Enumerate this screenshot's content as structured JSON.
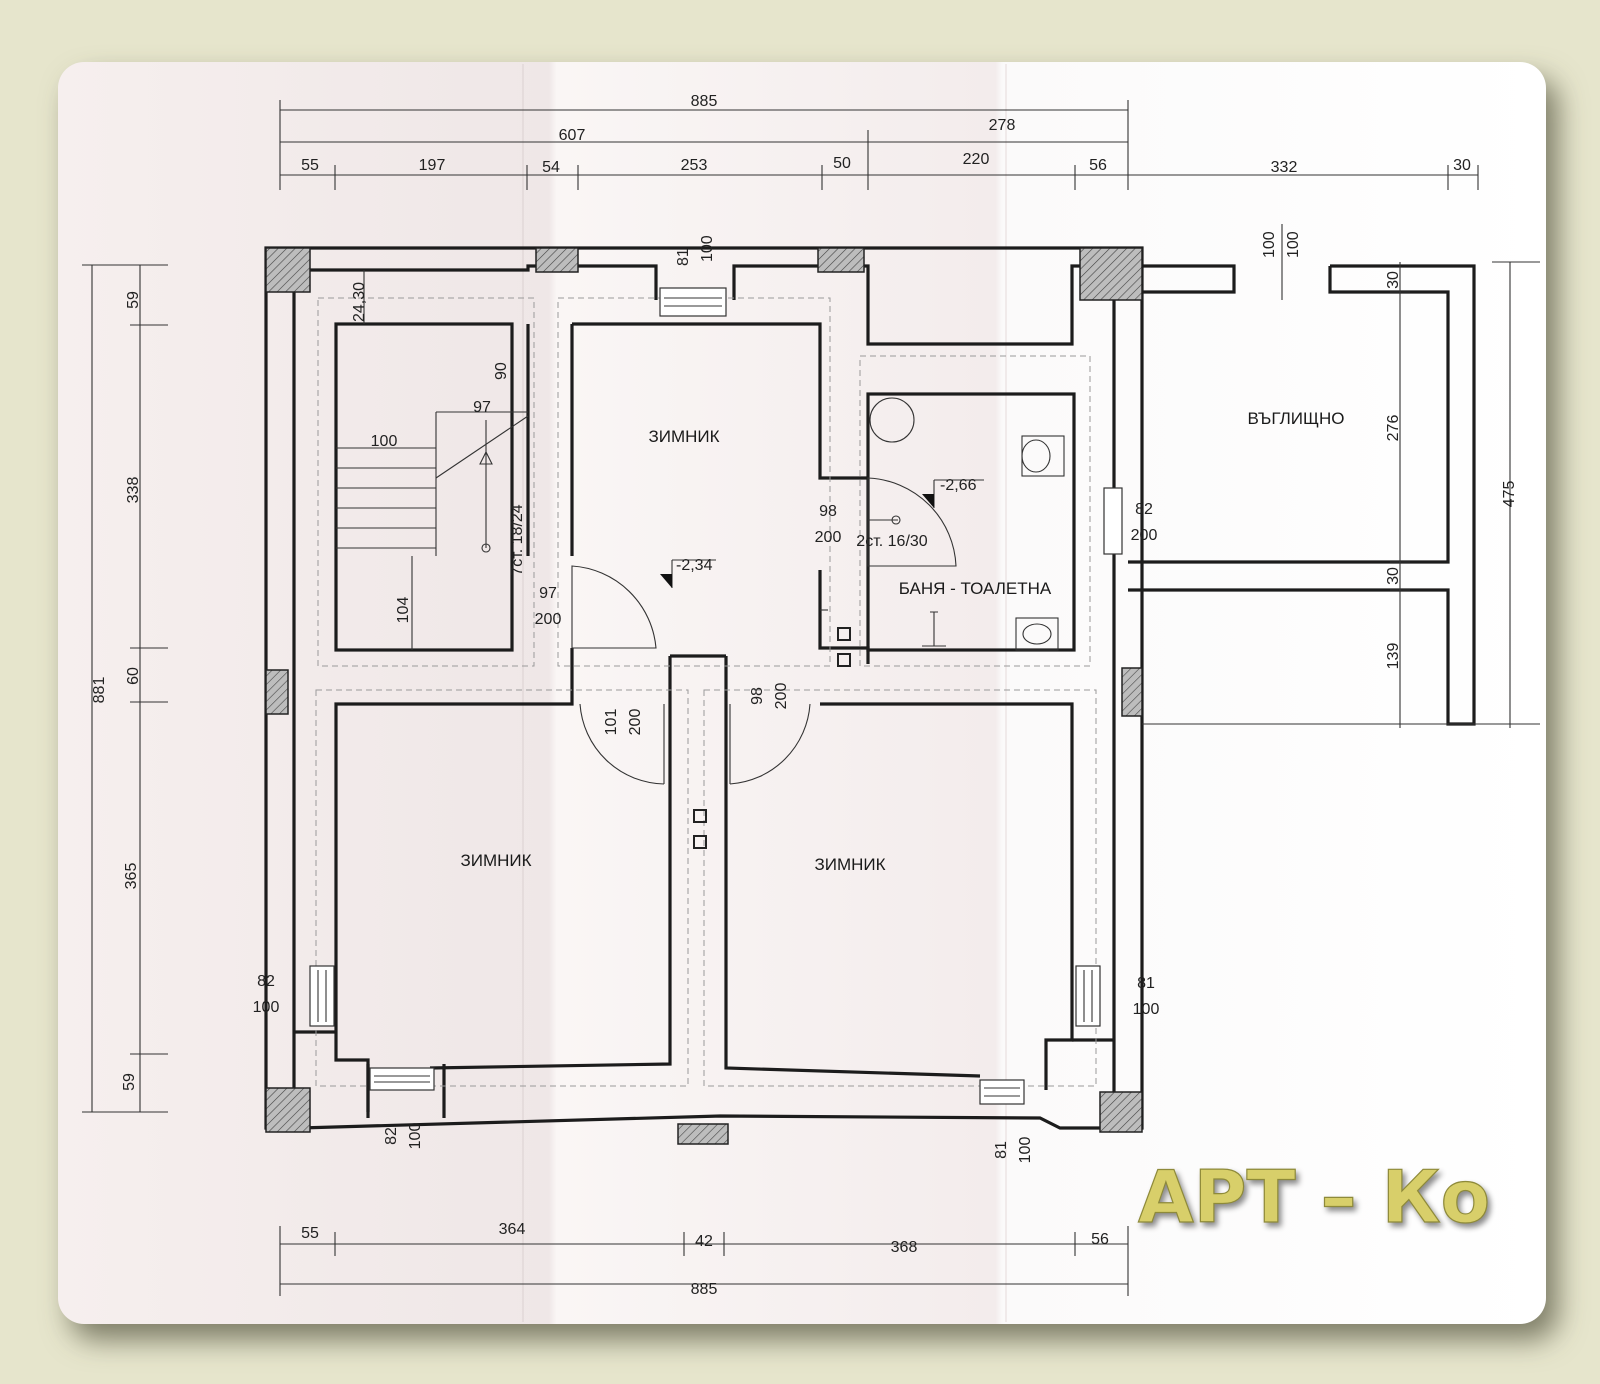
{
  "rooms": {
    "cellar_top": "ЗИМНИК",
    "cellar_left": "ЗИМНИК",
    "cellar_right": "ЗИМНИК",
    "bathroom": "БАНЯ - ТОАЛЕТНА",
    "coal": "ВЪГЛИЩНО"
  },
  "levels": {
    "central": "-2,34",
    "bathroom": "-2,66"
  },
  "stairs": {
    "main": "7ст. 18/24",
    "bathroom": "2ст. 16/30"
  },
  "dims_top": {
    "overall": "885",
    "part_a": "607",
    "part_b": "278",
    "seg_1": "55",
    "seg_2": "197",
    "seg_3": "54",
    "seg_4": "253",
    "seg_5": "50",
    "seg_6": "220",
    "seg_7": "56",
    "seg_8": "332",
    "seg_9": "30"
  },
  "dims_bottom": {
    "seg_1": "55",
    "seg_2": "364",
    "seg_3": "42",
    "seg_4": "368",
    "seg_5": "56",
    "overall": "885"
  },
  "dims_left": {
    "overall": "881",
    "seg_1": "59",
    "seg_2": "338",
    "seg_3": "60",
    "seg_4": "365",
    "seg_5": "59"
  },
  "dims_right": {
    "seg_1": "30",
    "seg_2": "276",
    "seg_3": "30",
    "seg_4": "139",
    "overall": "475"
  },
  "openings": {
    "top_window_w": "81",
    "top_window_h": "100",
    "coal_opening_w": "100",
    "coal_opening_h": "100",
    "stair_top": "24,30",
    "stair_upper": "90",
    "stair_landing": "97",
    "stair_run": "100",
    "stair_lower": "104",
    "stair_door_w": "97",
    "stair_door_h": "200",
    "bath_door_w": "98",
    "bath_door_h": "200",
    "coal_door_w": "82",
    "coal_door_h": "200",
    "hall_door_left_w": "101",
    "hall_door_left_h": "200",
    "hall_door_right_w": "98",
    "hall_door_right_h": "200",
    "left_window_w": "82",
    "left_window_h": "100",
    "right_window_w": "81",
    "right_window_h": "100",
    "bottom_left_window_w": "82",
    "bottom_left_window_h": "100",
    "bottom_right_window_w": "81",
    "bottom_right_window_h": "100"
  },
  "watermark": "АРТ – Ко"
}
